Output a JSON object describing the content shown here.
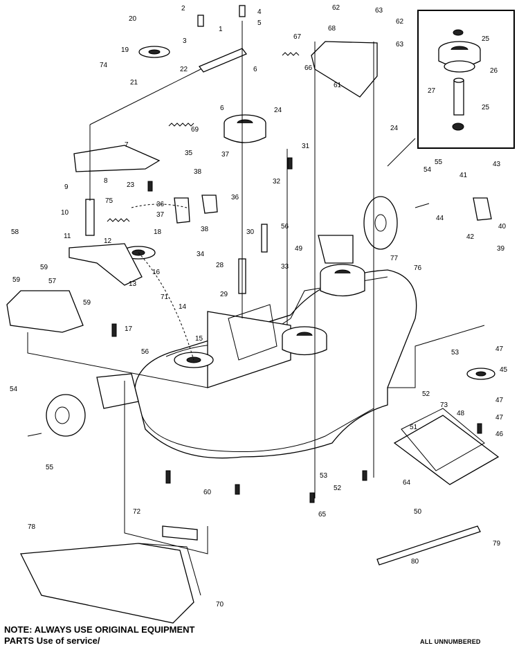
{
  "note": {
    "label": "NOTE:",
    "text": "ALWAYS USE ORIGINAL EQUIPMENT PARTS Use of service/"
  },
  "corner_text": "ALL UNNUMBERED",
  "callouts": [
    "1",
    "2",
    "3",
    "4",
    "5",
    "6",
    "6",
    "7",
    "8",
    "9",
    "10",
    "11",
    "12",
    "13",
    "14",
    "15",
    "16",
    "17",
    "18",
    "19",
    "20",
    "21",
    "22",
    "23",
    "24",
    "24",
    "25",
    "25",
    "26",
    "27",
    "28",
    "29",
    "30",
    "31",
    "32",
    "33",
    "34",
    "35",
    "36",
    "36",
    "37",
    "37",
    "38",
    "38",
    "39",
    "40",
    "41",
    "42",
    "43",
    "44",
    "45",
    "46",
    "47",
    "47",
    "47",
    "48",
    "49",
    "50",
    "51",
    "52",
    "52",
    "53",
    "53",
    "54",
    "54",
    "55",
    "55",
    "56",
    "56",
    "57",
    "58",
    "59",
    "59",
    "59",
    "60",
    "61",
    "62",
    "62",
    "63",
    "63",
    "64",
    "65",
    "66",
    "67",
    "68",
    "69",
    "70",
    "71",
    "72",
    "73",
    "74",
    "75",
    "76",
    "77",
    "78",
    "79",
    "80"
  ]
}
